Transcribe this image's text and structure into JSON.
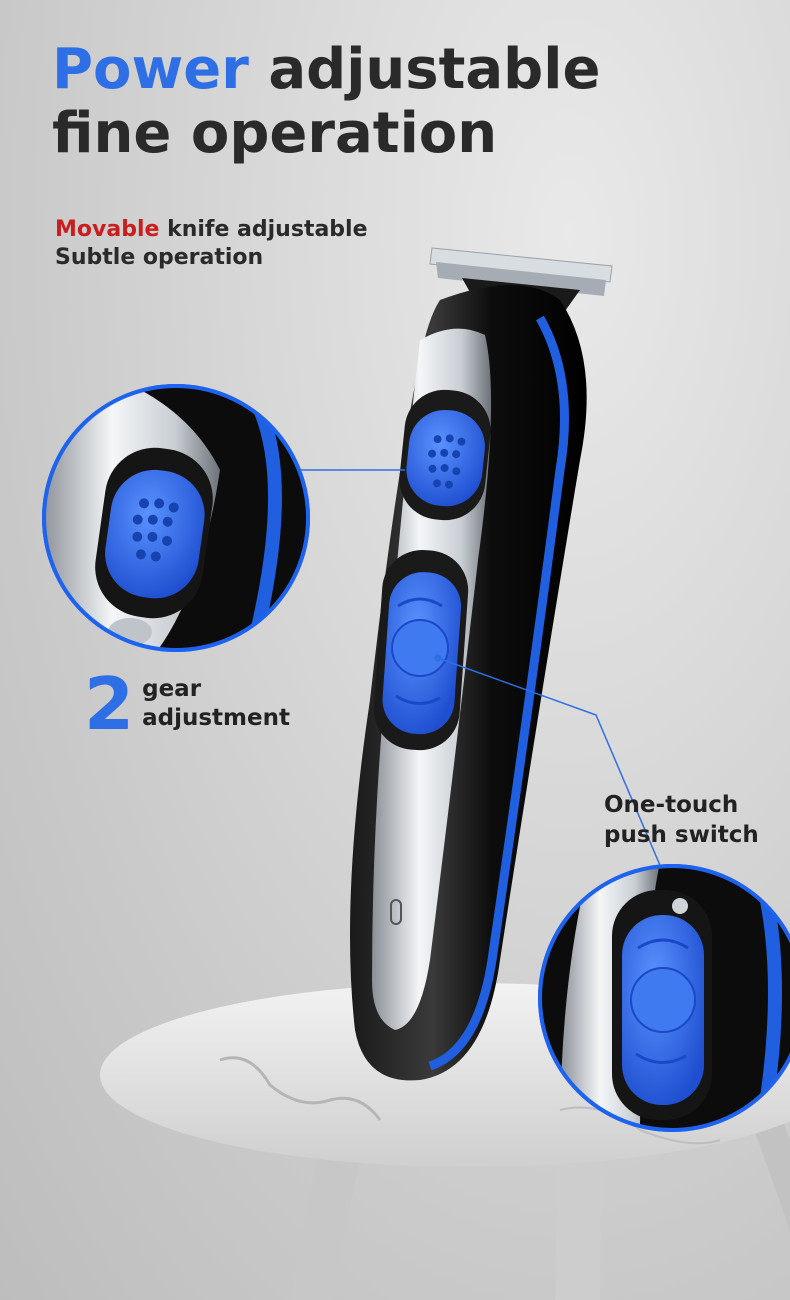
{
  "heading": {
    "accent": "Power",
    "rest_line1": " adjustable",
    "line2": "fine operation"
  },
  "subheading": {
    "accent": "Movable",
    "rest_line1": " knife adjustable",
    "line2": "Subtle operation"
  },
  "gear_callout": {
    "number": "2",
    "line1": "gear",
    "line2": "adjustment"
  },
  "switch_callout": {
    "line1": "One-touch",
    "line2": "push switch"
  },
  "colors": {
    "accent_blue": "#2f6fe6",
    "accent_red": "#c81e1e",
    "text_dark": "#2a2a2a"
  }
}
